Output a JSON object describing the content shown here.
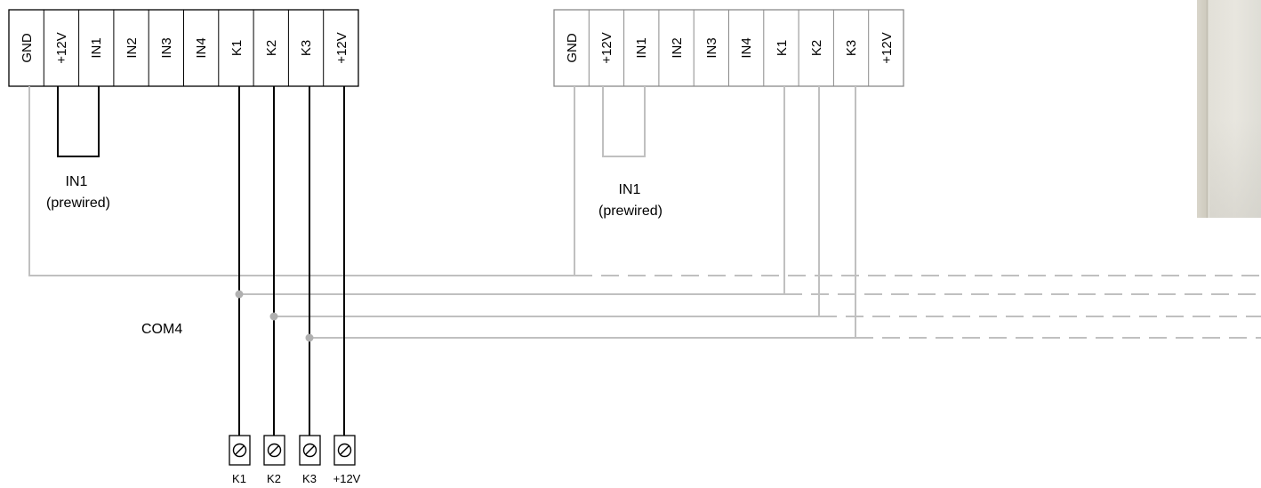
{
  "left_block": {
    "terminals": [
      "GND",
      "+12V",
      "IN1",
      "IN2",
      "IN3",
      "IN4",
      "K1",
      "K2",
      "K3",
      "+12V"
    ]
  },
  "right_block": {
    "terminals": [
      "GND",
      "+12V",
      "IN1",
      "IN2",
      "IN3",
      "IN4",
      "K1",
      "K2",
      "K3",
      "+12V"
    ]
  },
  "notes": {
    "left_in1_line1": "IN1",
    "left_in1_line2": "(prewired)",
    "right_in1_line1": "IN1",
    "right_in1_line2": "(prewired)",
    "com_label": "COM4"
  },
  "screw_terminals": [
    "K1",
    "K2",
    "K3",
    "+12V"
  ],
  "colors": {
    "active_wire": "#000000",
    "inactive_wire": "#c0c0c0",
    "junction": "#b0b0b0"
  },
  "screw_glyph": "⊘"
}
